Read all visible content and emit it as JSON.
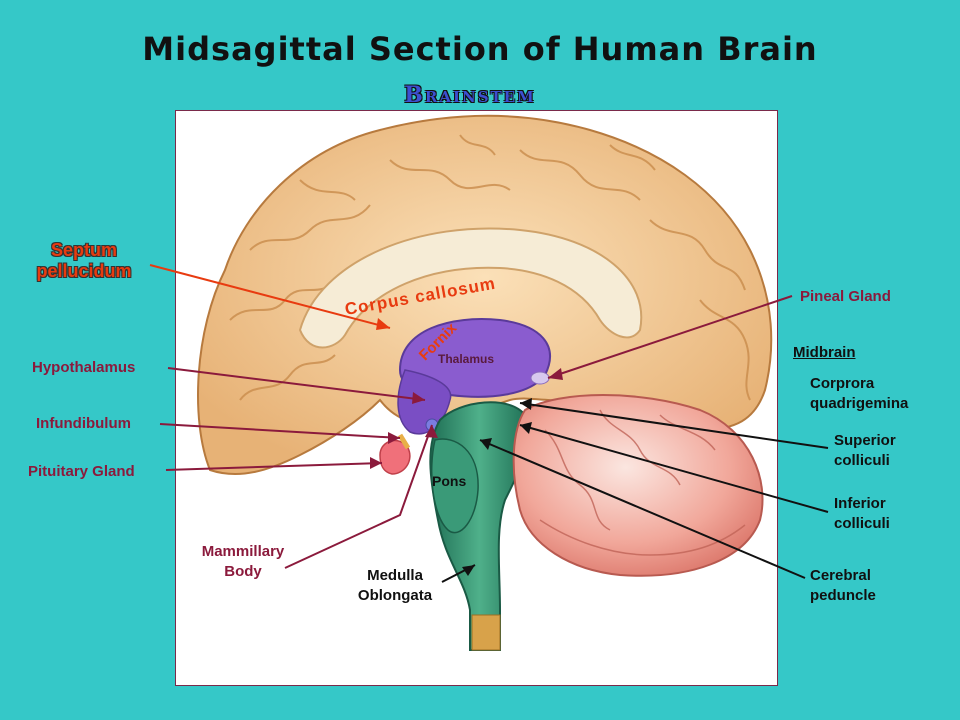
{
  "title": "Midsagittal Section of Human Brain",
  "subtitle": "Brainstem",
  "labels": {
    "septum_line1": "Septum",
    "septum_line2": "pellucidum",
    "hypothalamus": "Hypothalamus",
    "infundibulum": "Infundibulum",
    "pituitary": "Pituitary Gland",
    "mammillary_line1": "Mammillary",
    "mammillary_line2": "Body",
    "medulla_line1": "Medulla",
    "medulla_line2": "Oblongata",
    "pons": "Pons",
    "pineal": "Pineal Gland",
    "midbrain": "Midbrain",
    "corpora_line1": "Corprora",
    "corpora_line2": "quadrigemina",
    "superior_line1": "Superior",
    "superior_line2": "colliculi",
    "inferior_line1": "Inferior",
    "inferior_line2": "colliculi",
    "cerebral_line1": "Cerebral",
    "cerebral_line2": "peduncle",
    "corpus_callosum": "Corpus  callosum",
    "fornix": "Fornix",
    "thalamus": "Thalamus"
  },
  "colors": {
    "background": "#35c8c8",
    "cortex": "#f2c48e",
    "thalamus": "#8a5ccf",
    "brainstem": "#2e8a6a",
    "cerebellum": "#e9877a",
    "label": "#8b1a3c",
    "label_accent": "#e83b10"
  }
}
